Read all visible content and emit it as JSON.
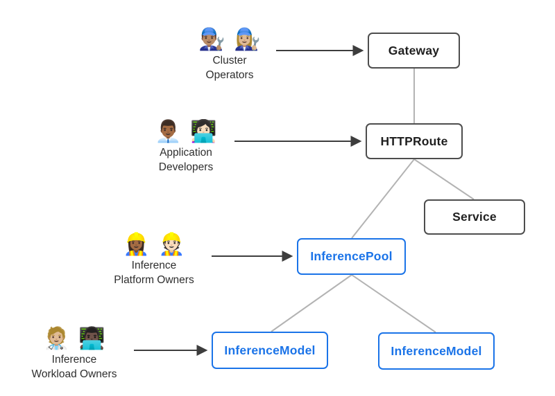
{
  "diagram": {
    "personas": [
      {
        "name": "cluster-operators",
        "emojis": [
          "👨🏽‍🔧",
          "👩🏼‍🔧"
        ],
        "label_line1": "Cluster",
        "label_line2": "Operators"
      },
      {
        "name": "application-developers",
        "emojis": [
          "👨🏾‍💼",
          "👩🏻‍💻"
        ],
        "label_line1": "Application",
        "label_line2": "Developers"
      },
      {
        "name": "inference-platform-owners",
        "emojis": [
          "👷🏾‍♀️",
          "👷🏻"
        ],
        "label_line1": "Inference",
        "label_line2": "Platform Owners"
      },
      {
        "name": "inference-workload-owners",
        "emojis": [
          "🧑🏼‍⚕️",
          "👨🏿‍💻"
        ],
        "label_line1": "Inference",
        "label_line2": "Workload Owners"
      }
    ],
    "nodes": {
      "gateway": {
        "label": "Gateway",
        "variant": "standard"
      },
      "httproute": {
        "label": "HTTPRoute",
        "variant": "standard"
      },
      "service": {
        "label": "Service",
        "variant": "standard"
      },
      "inferencepool": {
        "label": "InferencePool",
        "variant": "inference"
      },
      "inferencemodel_left": {
        "label": "InferenceModel",
        "variant": "inference"
      },
      "inferencemodel_right": {
        "label": "InferenceModel",
        "variant": "inference"
      }
    },
    "colors": {
      "standard_border": "#4d4d4d",
      "standard_text": "#1f1f1f",
      "inference_border": "#1a73e8",
      "inference_text": "#1a73e8",
      "connector": "#b3b3b3",
      "arrow": "#3d3d3d",
      "background": "#ffffff"
    }
  }
}
